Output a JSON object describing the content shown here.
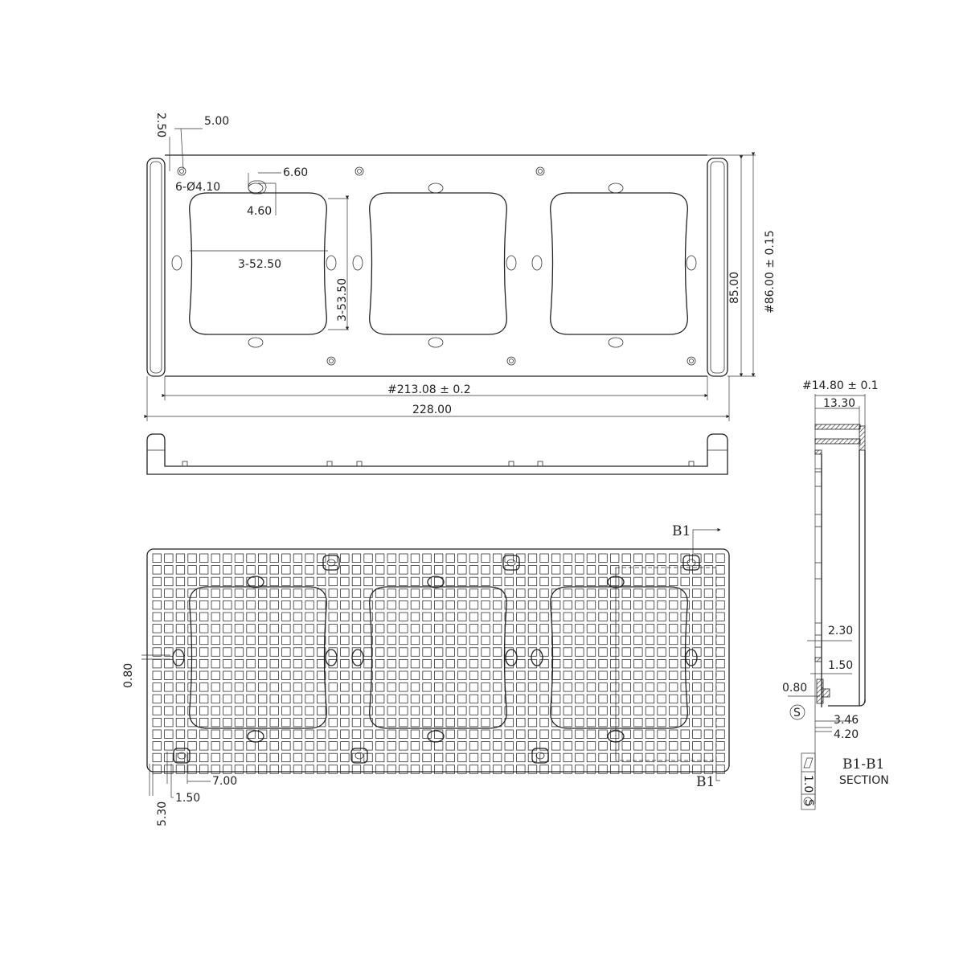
{
  "top_view": {
    "dims": {
      "d_2_50": "2.50",
      "d_5_00": "5.00",
      "holes": "6-Ø4.10",
      "d_6_60": "6.60",
      "d_4_60": "4.60",
      "opening_width": "3-52.50",
      "opening_height": "3-53.50",
      "inner_length": "#213.08 ± 0.2",
      "overall_length": "228.00",
      "inner_height": "85.00",
      "overall_height": "#86.00 ± 0.15"
    }
  },
  "bottom_view": {
    "dims": {
      "d_0_80": "0.80",
      "d_7_00": "7.00",
      "d_1_50": "1.50",
      "d_5_30": "5.30"
    },
    "section_marker_top": "B1",
    "section_marker_bottom": "B1"
  },
  "section_view": {
    "dims": {
      "overall_depth": "#14.80 ± 0.1",
      "depth": "13.30",
      "d_2_30": "2.30",
      "d_1_50": "1.50",
      "d_0_80": "0.80",
      "d_3_46": "3.46",
      "d_4_20": "4.20"
    },
    "surface_symbol": "S",
    "flatness_tolerance": "1.0",
    "title": "B1-B1",
    "subtitle": "SECTION"
  },
  "colors": {
    "line": "#222222",
    "background": "#ffffff"
  }
}
